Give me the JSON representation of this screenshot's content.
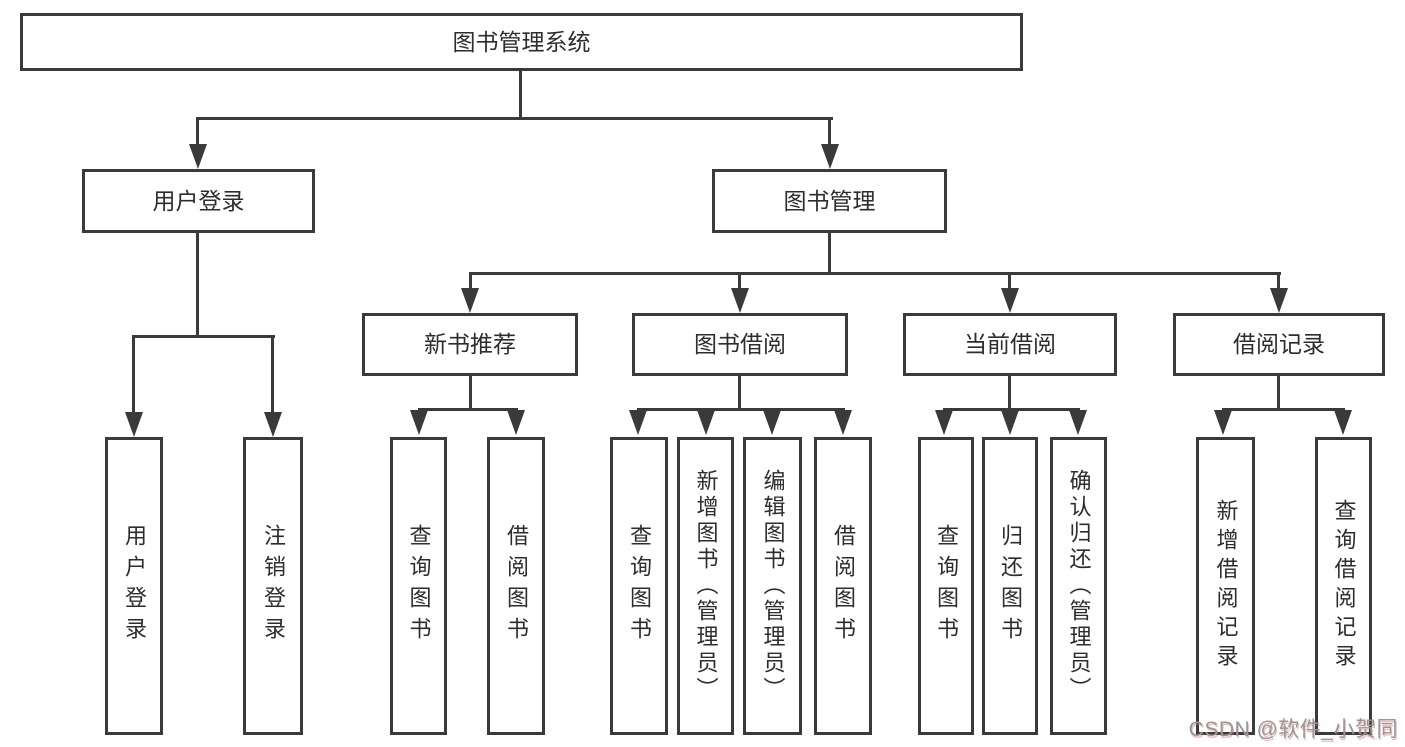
{
  "diagram": {
    "title": "图书管理系统",
    "root": {
      "label": "图书管理系统"
    },
    "branches": [
      {
        "label": "用户登录",
        "children_labels": [
          "用户登录",
          "注销登录"
        ]
      },
      {
        "label": "图书管理",
        "children": [
          {
            "label": "新书推荐",
            "children_labels": [
              "查询图书",
              "借阅图书"
            ]
          },
          {
            "label": "图书借阅",
            "children_labels": [
              "查询图书",
              "新增图书（管理员）",
              "编辑图书（管理员）",
              "借阅图书"
            ]
          },
          {
            "label": "当前借阅",
            "children_labels": [
              "查询图书",
              "归还图书",
              "确认归还（管理员）"
            ]
          },
          {
            "label": "借阅记录",
            "children_labels": [
              "新增借阅记录",
              "查询借阅记录"
            ]
          }
        ]
      }
    ],
    "line_color": "#3a3a3a",
    "text_color": "#2d2d2d",
    "background_color": "#ffffff"
  },
  "watermark": {
    "text": "CSDN @软件_小贺同学"
  }
}
